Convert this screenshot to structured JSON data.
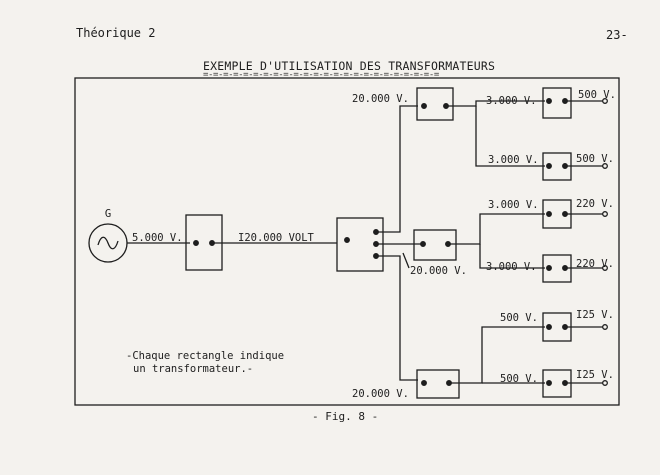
{
  "header": {
    "left": "Théorique 2",
    "right": "23-"
  },
  "title": "EXEMPLE D'UTILISATION DES TRANSFORMATEURS",
  "title_underline": "=-=-=-=-=-=-=-=-=-=-=-=-=-=-=-=-=-=-=-=-=-=-=-=",
  "caption": "- Fig. 8 -",
  "generator": {
    "label": "G",
    "symbol": "~",
    "output": "5.000 V."
  },
  "line_voltage": "I20.000 VOLT",
  "branches": {
    "upper_feed": "20.000 V.",
    "middle_feed": "20.000 V.",
    "lower_feed": "20.000 V."
  },
  "stations": [
    {
      "in": "3.000 V.",
      "out": "500 V."
    },
    {
      "in": "3.000 V.",
      "out": "500 V."
    },
    {
      "in": "3.000 V.",
      "out": "220 V."
    },
    {
      "in": "3.000 V.",
      "out": "220 V."
    },
    {
      "in": "500 V.",
      "out": "I25 V."
    },
    {
      "in": "500 V.",
      "out": "I25 V."
    }
  ],
  "note": {
    "line1": "-Chaque rectangle indique",
    "line2": "un transformateur.-"
  }
}
